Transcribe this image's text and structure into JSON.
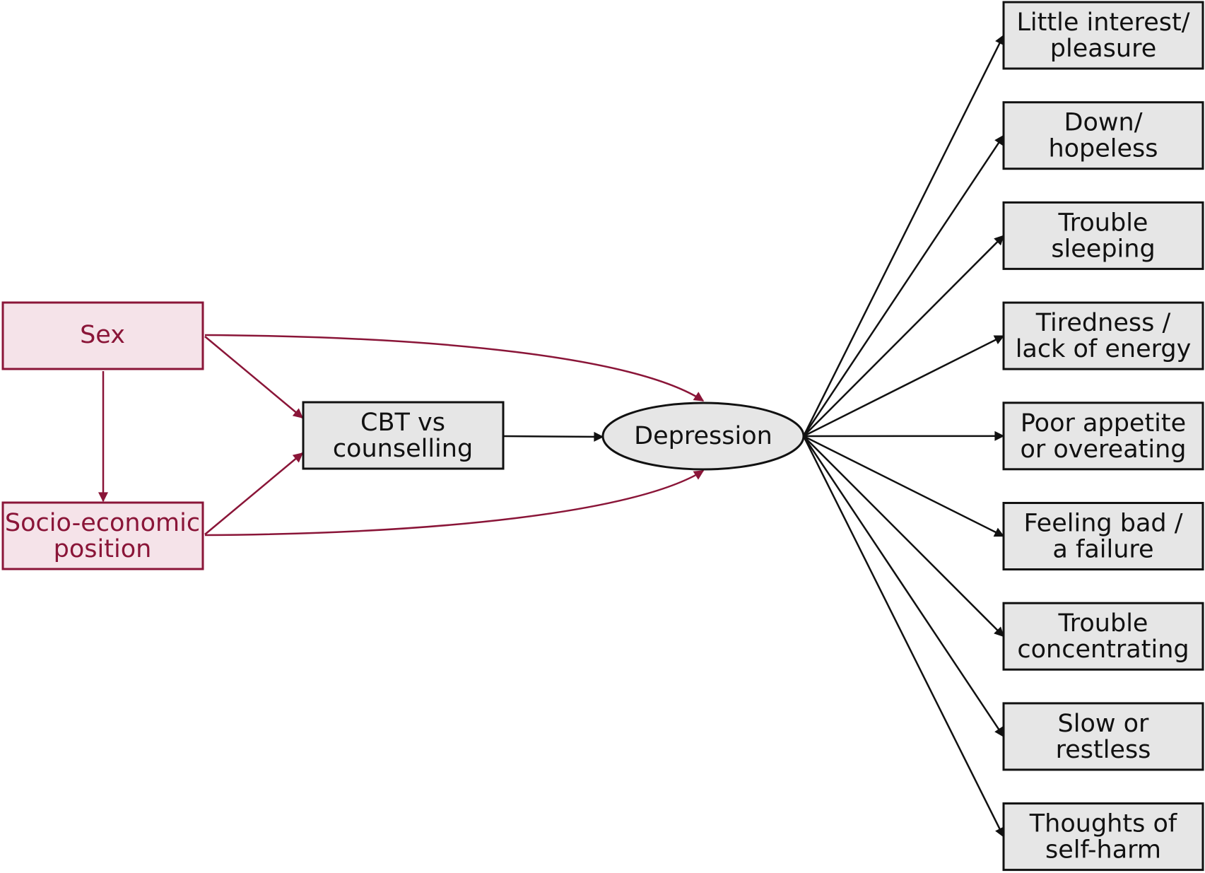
{
  "colors": {
    "confounder_stroke": "#8a1538",
    "confounder_fill": "#f5e3e9",
    "node_fill": "#e6e6e6",
    "node_stroke": "#111111",
    "edge_black": "#111111",
    "edge_red": "#8a1538"
  },
  "confounders": {
    "sex": {
      "label": "Sex"
    },
    "ses": {
      "line1": "Socio-economic",
      "line2": "position"
    }
  },
  "exposure": {
    "line1": "CBT vs",
    "line2": "counselling"
  },
  "outcome": {
    "label": "Depression"
  },
  "indicators": [
    {
      "line1": "Little interest/",
      "line2": "pleasure"
    },
    {
      "line1": "Down/",
      "line2": "hopeless"
    },
    {
      "line1": "Trouble",
      "line2": "sleeping"
    },
    {
      "line1": "Tiredness /",
      "line2": "lack of energy"
    },
    {
      "line1": "Poor appetite",
      "line2": "or overeating"
    },
    {
      "line1": "Feeling bad /",
      "line2": "a failure"
    },
    {
      "line1": "Trouble",
      "line2": "concentrating"
    },
    {
      "line1": "Slow or",
      "line2": "restless"
    },
    {
      "line1": "Thoughts of",
      "line2": "self-harm"
    }
  ]
}
